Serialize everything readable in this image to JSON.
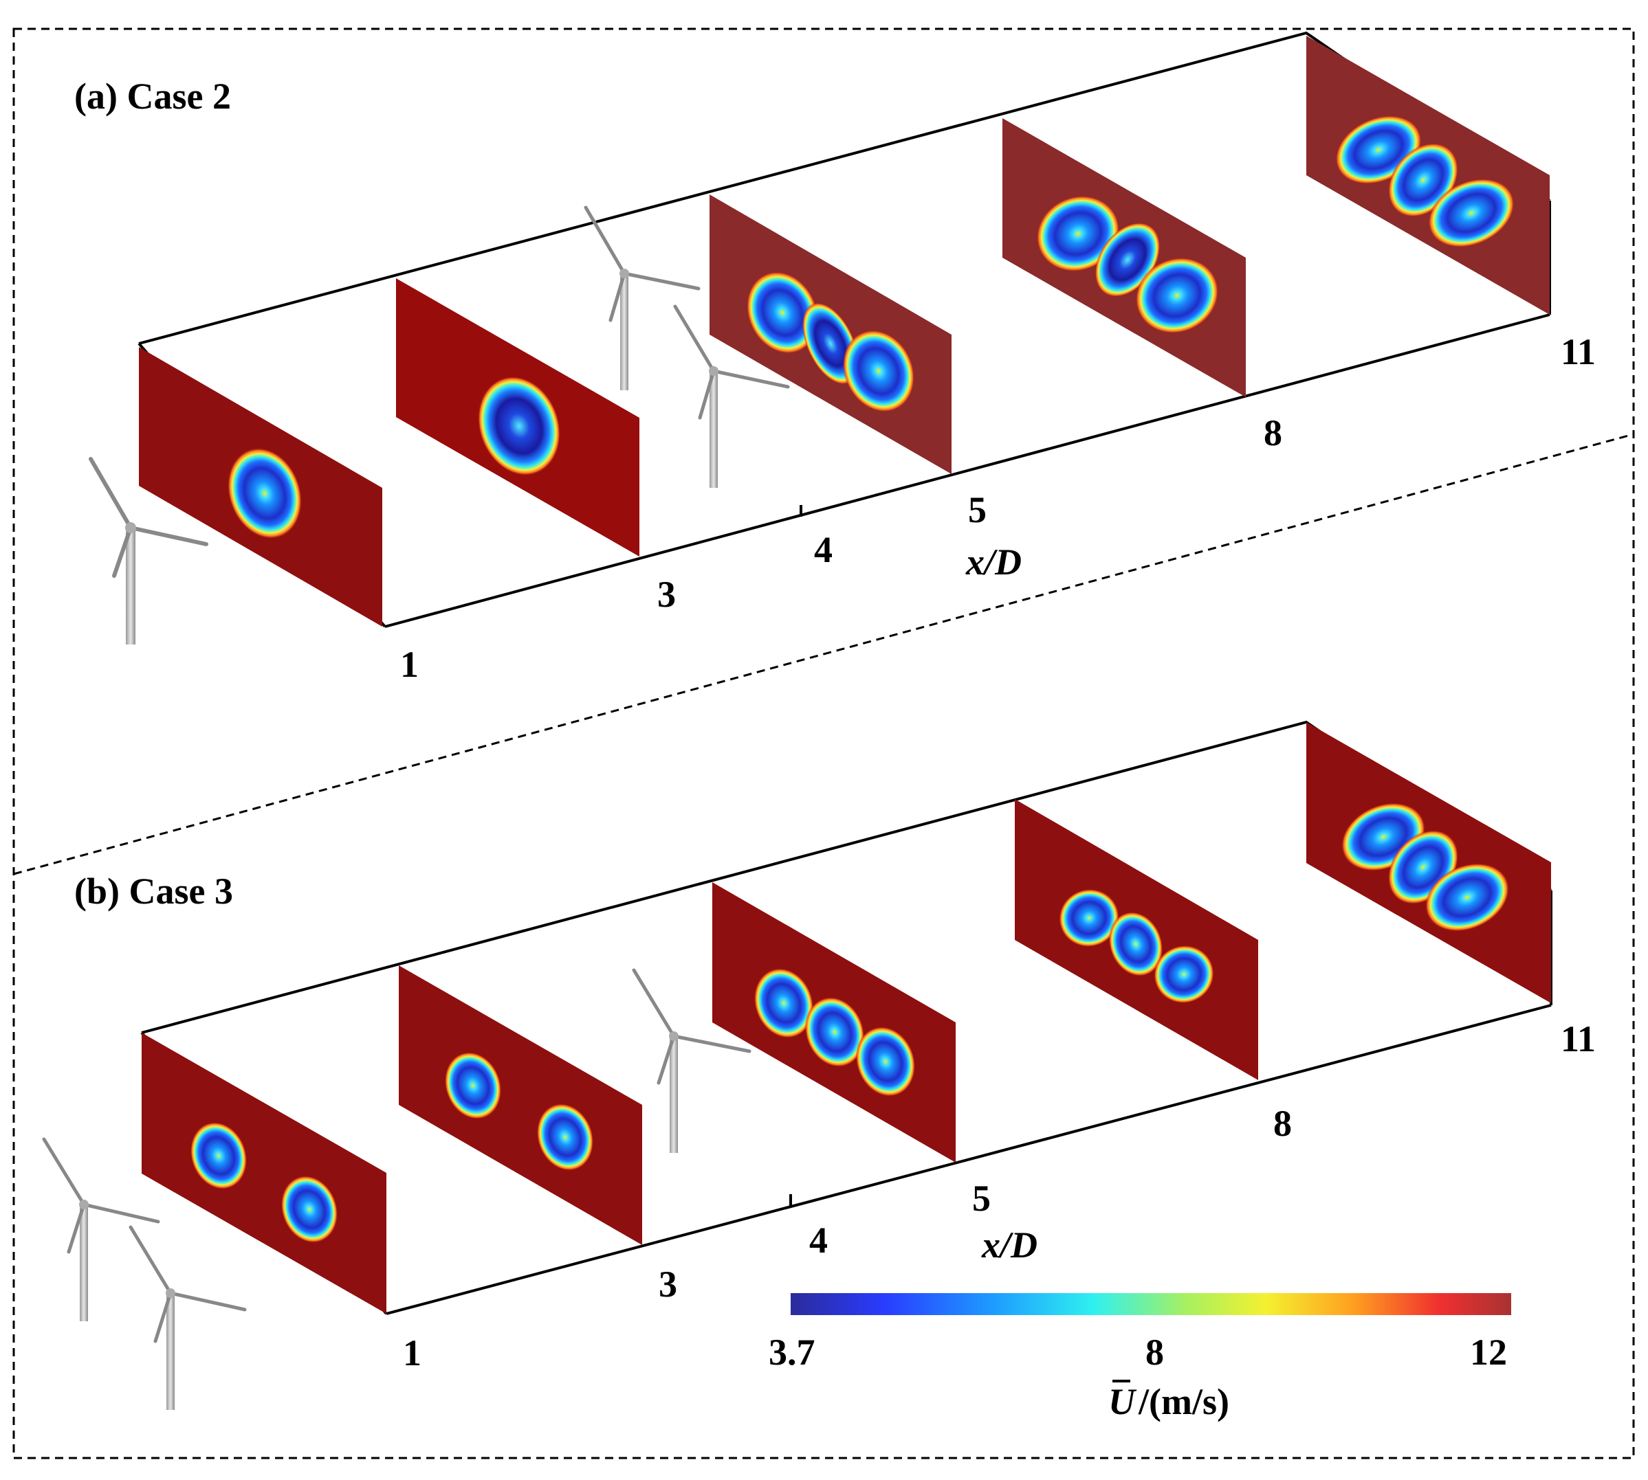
{
  "panels": [
    {
      "id": "a",
      "title": "(a) Case 2"
    },
    {
      "id": "b",
      "title": "(b) Case 3"
    }
  ],
  "ticks": [
    "1",
    "3",
    "4",
    "5",
    "8",
    "11"
  ],
  "axis_label": "x/D",
  "colorbar": {
    "min_label": "3.7",
    "mid_label": "8",
    "max_label": "12",
    "label_symbol": "U",
    "label_unit": "/(m/s)",
    "colors": [
      "#2b2b9b",
      "#2a3cff",
      "#1e9bff",
      "#2ff0f0",
      "#a8f060",
      "#f4f030",
      "#ffa020",
      "#f03030",
      "#a83232"
    ]
  },
  "colors": {
    "background_field": "#8e0f0f",
    "wake_core": "#1e1ea8"
  }
}
